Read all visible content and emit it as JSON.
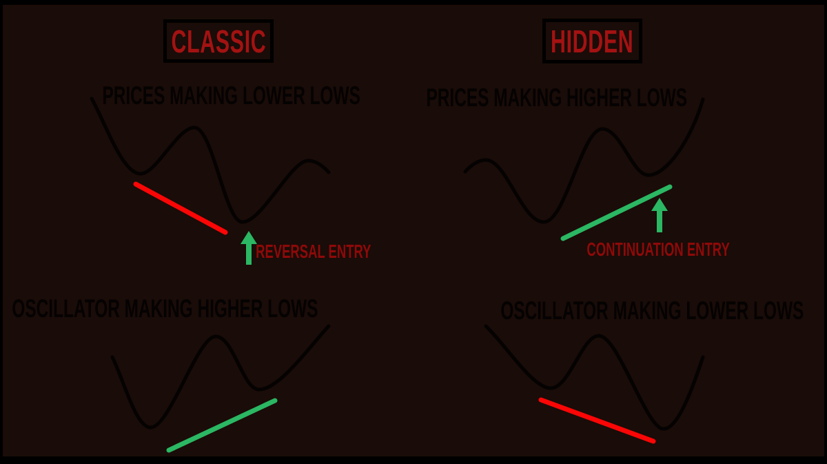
{
  "meta": {
    "description": "Classic vs Hidden divergence cheat-sheet diagram with price and oscillator curves"
  },
  "colors": {
    "background": "#1a0c08",
    "frame": "#000000",
    "curve": "#050202",
    "bullish_green": "#2bb763",
    "bearish_red": "#fa0606",
    "entry_text_red": "#8e0909",
    "title_red": "#a31212"
  },
  "classic": {
    "title": "CLASSIC",
    "price_heading": "PRICES MAKING LOWER LOWS",
    "price_trendline": "falling-red",
    "entry_arrow": "green-up-arrow",
    "entry_label": "REVERSAL ENTRY",
    "oscillator_heading": "OSCILLATOR MAKING HIGHER LOWS",
    "oscillator_trendline": "rising-green"
  },
  "hidden": {
    "title": "HIDDEN",
    "price_heading": "PRICES MAKING HIGHER LOWS",
    "price_trendline": "rising-green",
    "entry_arrow": "green-up-arrow",
    "entry_label": "CONTINUATION ENTRY",
    "oscillator_heading": "OSCILLATOR MAKING LOWER LOWS",
    "oscillator_trendline": "falling-red"
  }
}
